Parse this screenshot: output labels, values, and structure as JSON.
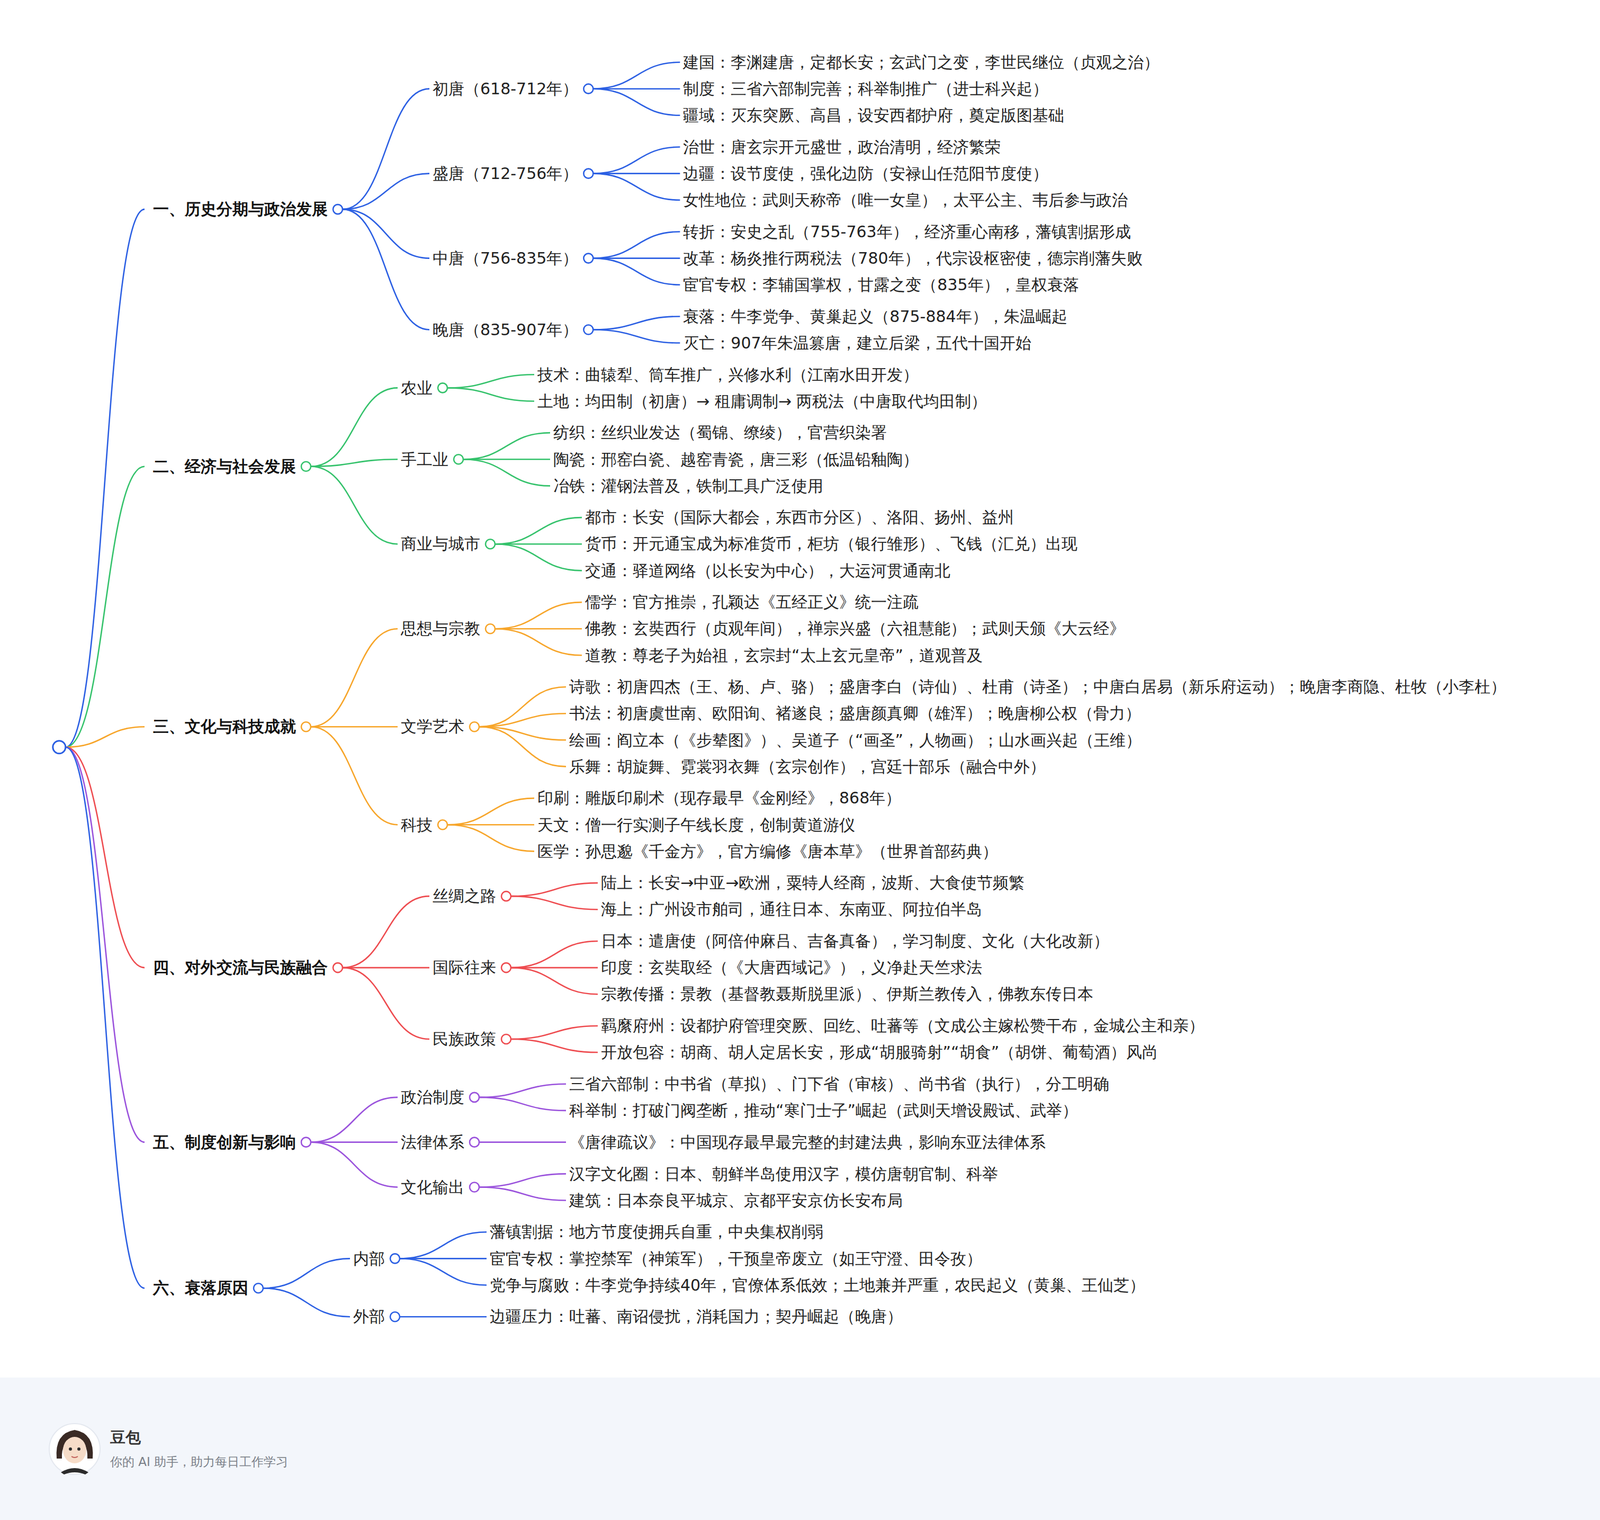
{
  "diagram": {
    "nodes": [
      {
        "text": [
          "一、历史分期与政治发展"
        ]
      },
      {
        "text": [
          "初唐（618-712年）"
        ]
      },
      {
        "text": [
          "建国：李渊建唐，定都长安；玄武门之变，李世民继位（贞观之治）"
        ]
      },
      {
        "text": [
          "制度：三省六部制完善；科举制推广（进士科兴起）"
        ]
      },
      {
        "text": [
          "疆域：灭东突厥、高昌，设安西都护府，奠定版图基础"
        ]
      },
      {
        "text": [
          "盛唐（712-756年）"
        ]
      },
      {
        "text": [
          "治世：唐玄宗开元盛世，政治清明，经济繁荣"
        ]
      },
      {
        "text": [
          "边疆：设节度使，强化边防（安禄山任范阳节度使）"
        ]
      },
      {
        "text": [
          "女性地位：武则天称帝（唯一女皇），太平公主、韦后参与政治"
        ]
      },
      {
        "text": [
          "中唐（756-835年）"
        ]
      },
      {
        "text": [
          "转折：安史之乱（755-763年），经济重心南移，藩镇割据形成"
        ]
      },
      {
        "text": [
          "改革：杨炎推行两税法（780年），代宗设枢密使，德宗削藩失败"
        ]
      },
      {
        "text": [
          "宦官专权：李辅国掌权，甘露之变（835年），皇权衰落"
        ]
      },
      {
        "text": [
          "晚唐（835-907年）"
        ]
      },
      {
        "text": [
          "衰落：牛李党争、黄巢起义（875-884年），朱温崛起"
        ]
      },
      {
        "text": [
          "灭亡：907年朱温篡唐，建立后梁，五代十国开始"
        ]
      },
      {
        "text": [
          "二、经济与社会发展"
        ]
      },
      {
        "text": [
          "农业"
        ]
      },
      {
        "text": [
          "技术：曲辕犁、筒车推广，兴修水利（江南水田开发）"
        ]
      },
      {
        "text": [
          "土地：均田制（初唐）→ 租庸调制→ 两税法（中唐取代均田制）"
        ]
      },
      {
        "text": [
          "手工业"
        ]
      },
      {
        "text": [
          "纺织：丝织业发达（蜀锦、缭绫），官营织染署"
        ]
      },
      {
        "text": [
          "陶瓷：邢窑白瓷、越窑青瓷，唐三彩（低温铅釉陶）"
        ]
      },
      {
        "text": [
          "冶铁：灌钢法普及，铁制工具广泛使用"
        ]
      },
      {
        "text": [
          "商业与城市"
        ]
      },
      {
        "text": [
          "都市：长安（国际大都会，东西市分区）、洛阳、扬州、益州"
        ]
      },
      {
        "text": [
          "货币：开元通宝成为标准货币，柜坊（银行雏形）、飞钱（汇兑）出现"
        ]
      },
      {
        "text": [
          "交通：驿道网络（以长安为中心），大运河贯通南北"
        ]
      },
      {
        "text": [
          "三、文化与科技成就"
        ]
      },
      {
        "text": [
          "思想与宗教"
        ]
      },
      {
        "text": [
          "儒学：官方推崇，孔颖达《五经正义》统一注疏"
        ]
      },
      {
        "text": [
          "佛教：玄奘西行（贞观年间），禅宗兴盛（六祖慧能）；武则天颁《大云经》"
        ]
      },
      {
        "text": [
          "道教：尊老子为始祖，玄宗封“太上玄元皇帝”，道观普及"
        ]
      },
      {
        "text": [
          "文学艺术"
        ]
      },
      {
        "text": [
          "诗歌：初唐四杰（王、杨、卢、骆）；盛唐李白（诗仙）、杜甫（诗圣）；中唐白居易（新乐府运动）；晚唐李商隐、杜牧（小李杜）"
        ]
      },
      {
        "text": [
          "书法：初唐虞世南、欧阳询、褚遂良；盛唐颜真卿（雄浑）；晚唐柳公权（骨力）"
        ]
      },
      {
        "text": [
          "绘画：阎立本（《步辇图》）、吴道子（“画圣”，人物画）；山水画兴起（王维）"
        ]
      },
      {
        "text": [
          "乐舞：胡旋舞、霓裳羽衣舞（玄宗创作），宫廷十部乐（融合中外）"
        ]
      },
      {
        "text": [
          "科技"
        ]
      },
      {
        "text": [
          "印刷：雕版印刷术（现存最早《金刚经》，868年）"
        ]
      },
      {
        "text": [
          "天文：僧一行实测子午线长度，创制黄道游仪"
        ]
      },
      {
        "text": [
          "医学：孙思邈《千金方》，官方编修《唐本草》（世界首部药典）"
        ]
      },
      {
        "text": [
          "四、对外交流与民族融合"
        ]
      },
      {
        "text": [
          "丝绸之路"
        ]
      },
      {
        "text": [
          "陆上：长安→中亚→欧洲，粟特人经商，波斯、大食使节频繁"
        ]
      },
      {
        "text": [
          "海上：广州设市舶司，通往日本、东南亚、阿拉伯半岛"
        ]
      },
      {
        "text": [
          "国际往来"
        ]
      },
      {
        "text": [
          "日本：遣唐使（阿倍仲麻吕、吉备真备），学习制度、文化（大化改新）"
        ]
      },
      {
        "text": [
          "印度：玄奘取经（《大唐西域记》），义净赴天竺求法"
        ]
      },
      {
        "text": [
          "宗教传播：景教（基督教聂斯脱里派）、伊斯兰教传入，佛教东传日本"
        ]
      },
      {
        "text": [
          "民族政策"
        ]
      },
      {
        "text": [
          "羁縻府州：设都护府管理突厥、回纥、吐蕃等（文成公主嫁松赞干布，金城公主和亲）"
        ]
      },
      {
        "text": [
          "开放包容：胡商、胡人定居长安，形成“胡服骑射”“胡食”（胡饼、葡萄酒）风尚"
        ]
      },
      {
        "text": [
          "五、制度创新与影响"
        ]
      },
      {
        "text": [
          "政治制度"
        ]
      },
      {
        "text": [
          "三省六部制：中书省（草拟）、门下省（审核）、尚书省（执行），分工明确"
        ]
      },
      {
        "text": [
          "科举制：打破门阀垄断，推动“寒门士子”崛起（武则天增设殿试、武举）"
        ]
      },
      {
        "text": [
          "法律体系"
        ]
      },
      {
        "text": [
          "《唐律疏议》：中国现存最早最完整的封建法典，影响东亚法律体系"
        ]
      },
      {
        "text": [
          "文化输出"
        ]
      },
      {
        "text": [
          "汉字文化圈：日本、朝鲜半岛使用汉字，模仿唐朝官制、科举"
        ]
      },
      {
        "text": [
          "建筑：日本奈良平城京、京都平安京仿长安布局"
        ]
      },
      {
        "text": [
          "六、衰落原因"
        ]
      },
      {
        "text": [
          "内部"
        ]
      },
      {
        "text": [
          "藩镇割据：地方节度使拥兵自重，中央集权削弱"
        ]
      },
      {
        "text": [
          "宦官专权：掌控禁军（神策军），干预皇帝废立（如王守澄、田令孜）"
        ]
      },
      {
        "text": [
          "党争与腐败：牛李党争持续40年，官僚体系低效；土地兼并严重，农民起义（黄巢、王仙芝）"
        ]
      },
      {
        "text": [
          "外部"
        ]
      },
      {
        "text": [
          "边疆压力：吐蕃、南诏侵扰，消耗国力；契丹崛起（晚唐）"
        ]
      }
    ],
    "edges": [
      {
        "from": 0,
        "to": 1,
        "arrow": "none"
      },
      {
        "from": 1,
        "to": 2,
        "arrow": "none"
      },
      {
        "from": 1,
        "to": 3,
        "arrow": "none"
      },
      {
        "from": 1,
        "to": 4,
        "arrow": "none"
      },
      {
        "from": 0,
        "to": 5,
        "arrow": "none"
      },
      {
        "from": 5,
        "to": 6,
        "arrow": "none"
      },
      {
        "from": 5,
        "to": 7,
        "arrow": "none"
      },
      {
        "from": 5,
        "to": 8,
        "arrow": "none"
      },
      {
        "from": 0,
        "to": 9,
        "arrow": "none"
      },
      {
        "from": 9,
        "to": 10,
        "arrow": "none"
      },
      {
        "from": 9,
        "to": 11,
        "arrow": "none"
      },
      {
        "from": 9,
        "to": 12,
        "arrow": "none"
      },
      {
        "from": 0,
        "to": 13,
        "arrow": "none"
      },
      {
        "from": 13,
        "to": 14,
        "arrow": "none"
      },
      {
        "from": 13,
        "to": 15,
        "arrow": "none"
      },
      {
        "from": 16,
        "to": 17,
        "arrow": "none"
      },
      {
        "from": 17,
        "to": 18,
        "arrow": "none"
      },
      {
        "from": 17,
        "to": 19,
        "arrow": "none"
      },
      {
        "from": 16,
        "to": 20,
        "arrow": "none"
      },
      {
        "from": 20,
        "to": 21,
        "arrow": "none"
      },
      {
        "from": 20,
        "to": 22,
        "arrow": "none"
      },
      {
        "from": 20,
        "to": 23,
        "arrow": "none"
      },
      {
        "from": 16,
        "to": 24,
        "arrow": "none"
      },
      {
        "from": 24,
        "to": 25,
        "arrow": "none"
      },
      {
        "from": 24,
        "to": 26,
        "arrow": "none"
      },
      {
        "from": 24,
        "to": 27,
        "arrow": "none"
      },
      {
        "from": 28,
        "to": 29,
        "arrow": "none"
      },
      {
        "from": 29,
        "to": 30,
        "arrow": "none"
      },
      {
        "from": 29,
        "to": 31,
        "arrow": "none"
      },
      {
        "from": 29,
        "to": 32,
        "arrow": "none"
      },
      {
        "from": 28,
        "to": 33,
        "arrow": "none"
      },
      {
        "from": 33,
        "to": 34,
        "arrow": "none"
      },
      {
        "from": 33,
        "to": 35,
        "arrow": "none"
      },
      {
        "from": 33,
        "to": 36,
        "arrow": "none"
      },
      {
        "from": 33,
        "to": 37,
        "arrow": "none"
      },
      {
        "from": 28,
        "to": 38,
        "arrow": "none"
      },
      {
        "from": 38,
        "to": 39,
        "arrow": "none"
      },
      {
        "from": 38,
        "to": 40,
        "arrow": "none"
      },
      {
        "from": 38,
        "to": 41,
        "arrow": "none"
      },
      {
        "from": 42,
        "to": 43,
        "arrow": "none"
      },
      {
        "from": 43,
        "to": 44,
        "arrow": "none"
      },
      {
        "from": 43,
        "to": 45,
        "arrow": "none"
      },
      {
        "from": 42,
        "to": 46,
        "arrow": "none"
      },
      {
        "from": 46,
        "to": 47,
        "arrow": "none"
      },
      {
        "from": 46,
        "to": 48,
        "arrow": "none"
      },
      {
        "from": 46,
        "to": 49,
        "arrow": "none"
      },
      {
        "from": 42,
        "to": 50,
        "arrow": "none"
      },
      {
        "from": 50,
        "to": 51,
        "arrow": "none"
      },
      {
        "from": 50,
        "to": 52,
        "arrow": "none"
      },
      {
        "from": 53,
        "to": 54,
        "arrow": "none"
      },
      {
        "from": 54,
        "to": 55,
        "arrow": "none"
      },
      {
        "from": 54,
        "to": 56,
        "arrow": "none"
      },
      {
        "from": 53,
        "to": 57,
        "arrow": "none"
      },
      {
        "from": 57,
        "to": 58,
        "arrow": "none"
      },
      {
        "from": 53,
        "to": 59,
        "arrow": "none"
      },
      {
        "from": 59,
        "to": 60,
        "arrow": "none"
      },
      {
        "from": 59,
        "to": 61,
        "arrow": "none"
      },
      {
        "from": 62,
        "to": 63,
        "arrow": "none"
      },
      {
        "from": 63,
        "to": 64,
        "arrow": "none"
      },
      {
        "from": 63,
        "to": 65,
        "arrow": "none"
      },
      {
        "from": 63,
        "to": 66,
        "arrow": "none"
      },
      {
        "from": 62,
        "to": 67,
        "arrow": "none"
      },
      {
        "from": 67,
        "to": 68,
        "arrow": "none"
      }
    ],
    "labels": [
      "豆包",
      "你的 AI 助手，助力每日工作学习"
    ]
  }
}
